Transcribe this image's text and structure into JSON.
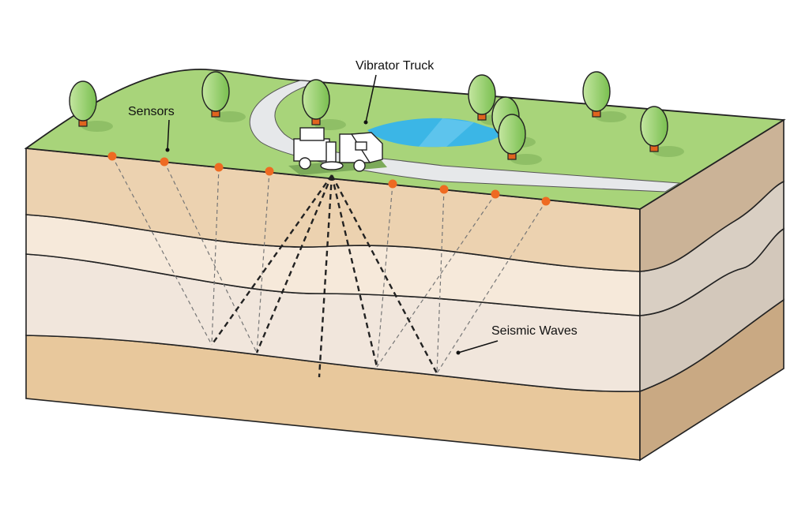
{
  "title": "Seismic survey diagram",
  "labels": {
    "sensors": "Sensors",
    "vibrator_truck": "Vibrator Truck",
    "seismic_waves": "Seismic Waves"
  },
  "colors": {
    "grass": "#a8d47a",
    "road": "#e6e8ea",
    "pond": "#3bb6e6",
    "layer1": "#ecd2b0",
    "layer2": "#f6e9da",
    "layer3": "#f1e6dc",
    "layer4": "#e8c89c",
    "sensor": "#ee6a22",
    "tree": "#92cd68",
    "trunk": "#e0641e"
  }
}
